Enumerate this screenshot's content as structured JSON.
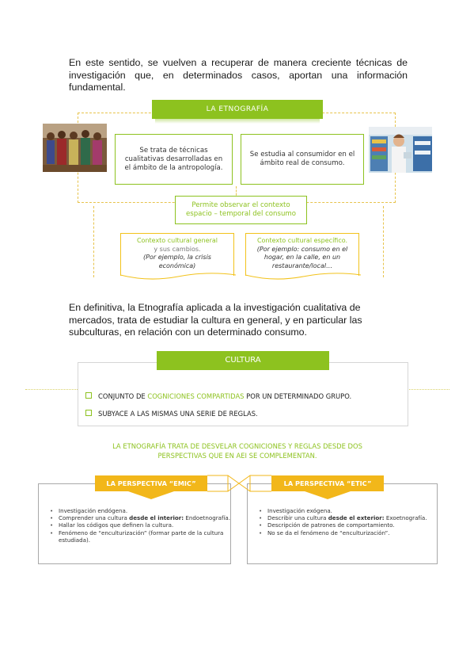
{
  "intro_paragraph": "En este sentido, se vuelven a recuperar de manera creciente técnicas de investigación que, en determinados casos, aportan una información fundamental.",
  "etnografia": {
    "title": "LA ETNOGRAFÍA",
    "box_left": "Se trata de técnicas cualitativas desarrolladas en el ámbito de la antropología.",
    "box_right": "Se estudia al consumidor en el ámbito real de consumo.",
    "box_center": "Permite observar el contexto espacio – temporal del consumo",
    "context_general_title": "Contexto cultural general",
    "context_general_sub": "y sus cambios.",
    "context_general_example": "(Por ejemplo, la crisis económica)",
    "context_specific_title": "Contexto cultural específico.",
    "context_specific_example": "(Por ejemplo: consumo en el hogar, en la calle, en un restaurante/local…"
  },
  "second_paragraph": "En definitiva, la Etnografía aplicada a la investigación cualitativa de mercados, trata de estudiar la cultura en general, y en particular las subculturas, en relación con un determinado consumo.",
  "cultura": {
    "title": "CULTURA",
    "item1_pre": "CONJUNTO DE ",
    "item1_highlight": "COGNICIONES COMPARTIDAS",
    "item1_post": " POR UN DETERMINADO GRUPO.",
    "item2": "SUBYACE A LAS MISMAS UNA SERIE DE REGLAS.",
    "summary_line1": "LA ETNOGRAFÍA TRATA DE DESVELAR COGNICIONES Y REGLAS DESDE DOS",
    "summary_line2": "PERSPECTIVAS QUE EN AEI SE COMPLEMENTAN."
  },
  "emic": {
    "title": "LA PERSPECTIVA “EMIC”",
    "items": [
      {
        "pre": "Investigación endógena.",
        "bold": "",
        "post": ""
      },
      {
        "pre": "Comprender una cultura ",
        "bold": "desde el interior:",
        "post": " Endoetnografía."
      },
      {
        "pre": "Hallar los códigos que definen la cultura.",
        "bold": "",
        "post": ""
      },
      {
        "pre": "Fenómeno de “enculturización” (formar parte de la cultura estudiada).",
        "bold": "",
        "post": ""
      }
    ]
  },
  "etic": {
    "title": "LA PERSPECTIVA “ETIC”",
    "items": [
      {
        "pre": "Investigación exógena.",
        "bold": "",
        "post": ""
      },
      {
        "pre": "Describir una cultura ",
        "bold": "desde el exterior:",
        "post": " Exoetnografía."
      },
      {
        "pre": "Descripción de patrones de comportamiento.",
        "bold": "",
        "post": ""
      },
      {
        "pre": "No se da el fenómeno de “enculturización”.",
        "bold": "",
        "post": ""
      }
    ]
  },
  "colors": {
    "green": "#8dc21f",
    "yellow": "#f2b71a",
    "grey": "#a8a8a8"
  }
}
